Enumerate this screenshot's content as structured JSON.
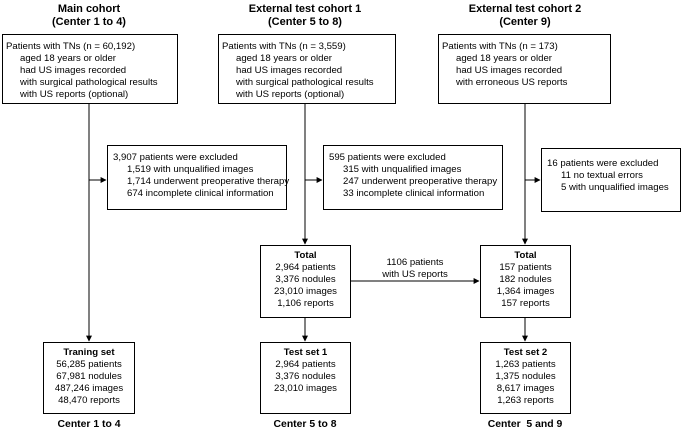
{
  "columns": [
    {
      "title_line1": "Main cohort",
      "title_line2": "(Center 1 to 4)"
    },
    {
      "title_line1": "External test cohort 1",
      "title_line2": "(Center 5 to 8)"
    },
    {
      "title_line1": "External test cohort 2",
      "title_line2": "(Center 9)"
    }
  ],
  "patient_boxes": [
    {
      "title": "Patients with TNs (n = 60,192)",
      "criteria": [
        "aged 18 years or older",
        "had US images recorded",
        "with surgical pathological results",
        "with US reports (optional)"
      ]
    },
    {
      "title": "Patients with TNs (n = 3,559)",
      "criteria": [
        "aged 18 years or older",
        "had US images recorded",
        "with surgical pathological results",
        "with US reports (optional)"
      ]
    },
    {
      "title": "Patients with TNs (n = 173)",
      "criteria": [
        "aged 18 years or older",
        "had US images recorded",
        "with erroneous US reports"
      ]
    }
  ],
  "exclusion_boxes": [
    {
      "title": "3,907 patients were excluded",
      "items": [
        "1,519 with unqualified images",
        "1,714 underwent preoperative therapy",
        "674 incomplete clinical information"
      ]
    },
    {
      "title": "595 patients were excluded",
      "items": [
        "315 with unqualified images",
        "247 underwent preoperative therapy",
        "33 incomplete clinical information"
      ]
    },
    {
      "title": "16 patients were excluded",
      "items": [
        "11 no textual errors",
        "5 with unqualified images"
      ]
    }
  ],
  "total_boxes": [
    {
      "title": "Total",
      "items": [
        "2,964 patients",
        "3,376 nodules",
        "23,010 images",
        "1,106 reports"
      ]
    },
    {
      "title": "Total",
      "items": [
        "157 patients",
        "182 nodules",
        "1,364 images",
        "157 reports"
      ]
    }
  ],
  "transfer_label": [
    "1106 patients",
    "with US reports"
  ],
  "set_boxes": [
    {
      "title": "Traning set",
      "items": [
        "56,285 patients",
        "67,981 nodules",
        "487,246 images",
        "48,470 reports"
      ]
    },
    {
      "title": "Test set 1",
      "items": [
        "2,964 patients",
        "3,376 nodules",
        "23,010 images"
      ]
    },
    {
      "title": "Test set 2",
      "items": [
        "1,263 patients",
        "1,375 nodules",
        "8,617 images",
        "1,263 reports"
      ]
    }
  ],
  "footers": [
    "Center 1 to 4",
    "Center 5 to 8",
    "Center  5 and 9"
  ]
}
